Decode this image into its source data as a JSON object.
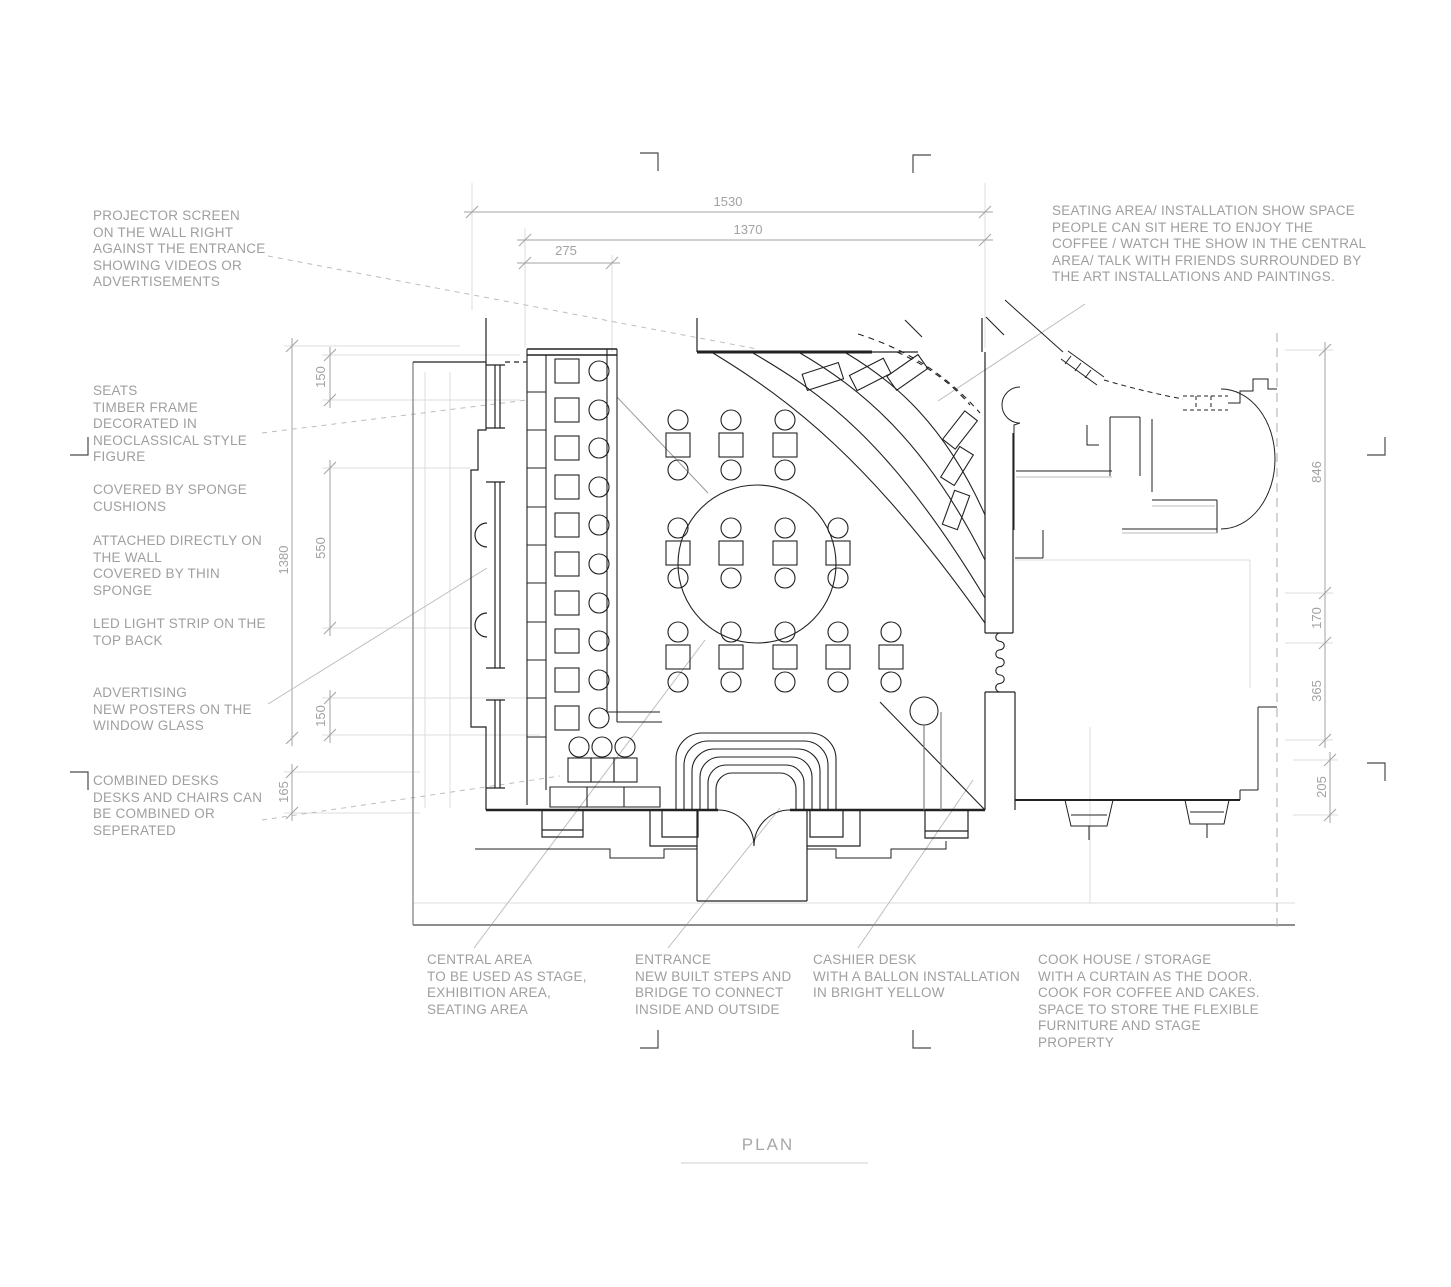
{
  "title": {
    "label": "PLAN"
  },
  "dims": {
    "top": [
      "1530",
      "1370",
      "275"
    ],
    "left": [
      "1380",
      "150",
      "550",
      "150",
      "165"
    ],
    "right": [
      "846",
      "170",
      "365",
      "205"
    ]
  },
  "annotations": {
    "projector_screen": {
      "lines": [
        "PROJECTOR SCREEN",
        "ON THE WALL RIGHT",
        "AGAINST THE ENTRANCE",
        "SHOWING VIDEOS OR",
        "ADVERTISEMENTS"
      ]
    },
    "seating_area": {
      "lines": [
        "SEATING AREA/ INSTALLATION SHOW SPACE",
        "PEOPLE CAN SIT HERE TO ENJOY THE",
        "COFFEE / WATCH THE SHOW IN THE CENTRAL",
        "AREA/ TALK WITH FRIENDS SURROUNDED BY",
        "THE ART INSTALLATIONS AND PAINTINGS."
      ]
    },
    "seats": {
      "lines": [
        "SEATS",
        "TIMBER FRAME",
        "DECORATED IN",
        "NEOCLASSICAL STYLE",
        "FIGURE"
      ]
    },
    "sponge_cushions": {
      "lines": [
        "COVERED BY SPONGE",
        "CUSHIONS"
      ]
    },
    "attached_wall": {
      "lines": [
        "ATTACHED DIRECTLY ON",
        "THE WALL",
        "COVERED BY THIN",
        "SPONGE"
      ]
    },
    "led_strip": {
      "lines": [
        "LED LIGHT STRIP ON THE",
        "TOP BACK"
      ]
    },
    "advertising": {
      "lines": [
        "ADVERTISING",
        "NEW POSTERS ON THE",
        "WINDOW GLASS"
      ]
    },
    "combined_desks": {
      "lines": [
        "COMBINED DESKS",
        "DESKS AND CHAIRS CAN",
        "BE COMBINED OR",
        "SEPERATED"
      ]
    },
    "central_area": {
      "lines": [
        "CENTRAL AREA",
        "TO BE USED AS STAGE,",
        "EXHIBITION AREA,",
        "SEATING AREA"
      ]
    },
    "entrance": {
      "lines": [
        "ENTRANCE",
        "NEW BUILT STEPS AND",
        "BRIDGE TO CONNECT",
        "INSIDE AND OUTSIDE"
      ]
    },
    "cashier_desk": {
      "lines": [
        "CASHIER DESK",
        "WITH A BALLON INSTALLATION",
        "IN BRIGHT YELLOW"
      ]
    },
    "cook_house": {
      "lines": [
        "COOK HOUSE / STORAGE",
        "WITH A CURTAIN AS THE DOOR.",
        "COOK FOR COFFEE AND CAKES.",
        "SPACE TO STORE THE FLEXIBLE",
        "FURNITURE AND STAGE",
        "PROPERTY"
      ]
    }
  },
  "colors": {
    "annotation_text": "#9f9f9f",
    "dimension_lines": "#a3a3a3",
    "walls": "#222222",
    "construction": "#dcdcdc",
    "background": "#ffffff"
  }
}
